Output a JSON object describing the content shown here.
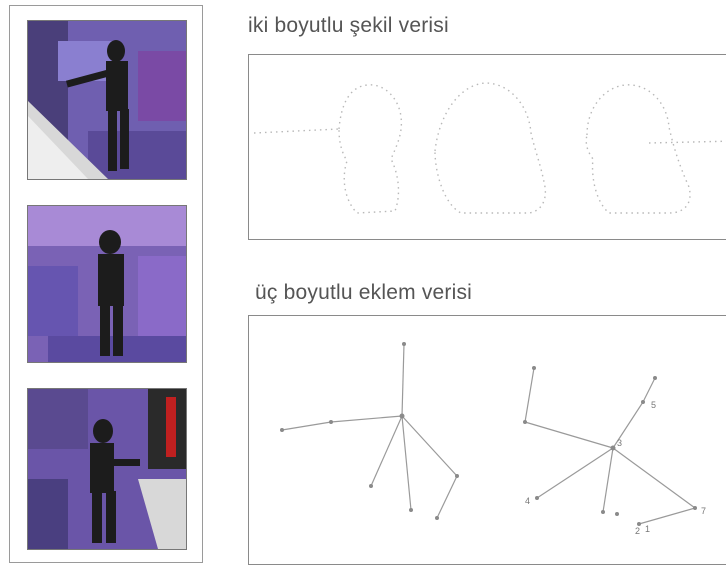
{
  "section_titles": {
    "shape_title": "iki boyutlu şekil verisi",
    "joint_title": "üç boyutlu eklem verisi"
  },
  "frames": [
    {
      "name": "frame-1"
    },
    {
      "name": "frame-2"
    },
    {
      "name": "frame-3"
    }
  ],
  "joint_labels": {
    "left_figure": [
      "",
      "",
      "",
      "",
      "",
      "",
      ""
    ],
    "right_figure": [
      "3",
      "5",
      "4",
      "2",
      "1",
      "7"
    ]
  },
  "colors": {
    "panel_border": "#8a8a8a",
    "dots": "#b5b5b5",
    "skeleton": "#888888",
    "purple_background": "#6a5aa8"
  }
}
